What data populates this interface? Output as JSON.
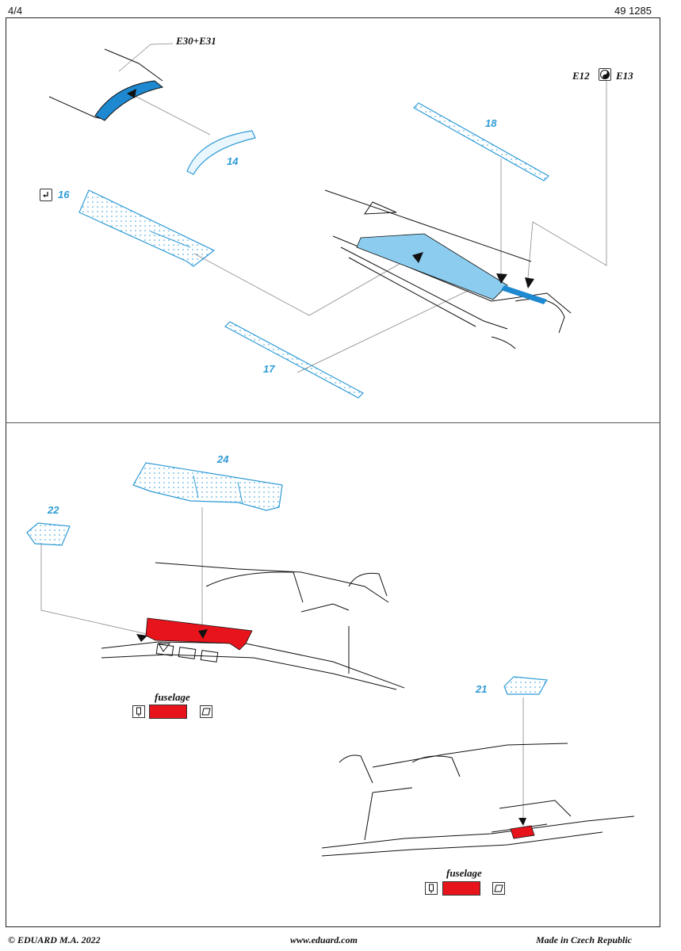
{
  "header": {
    "page": "4/4",
    "kit_number": "49 1285"
  },
  "colors": {
    "part_blue": "#2f9bd6",
    "fill_blue": "#8ccdef",
    "deep_blue": "#1e88d0",
    "red": "#e8141c",
    "ink": "#111111",
    "leader": "#888888"
  },
  "top_section": {
    "label_e30_e31": "E30+E31",
    "label_e12": "E12",
    "label_e13": "E13",
    "part_14": "14",
    "part_16": "16",
    "part_17": "17",
    "part_18": "18",
    "icon_e12_e13": "yin-yang-icon",
    "icon_16": "bend-arrow-icon"
  },
  "bottom_section": {
    "part_21": "21",
    "part_22": "22",
    "part_24": "24",
    "legend_left": {
      "label": "fuselage",
      "icons": [
        "pin-icon",
        "parallelogram-icon"
      ]
    },
    "legend_right": {
      "label": "fuselage",
      "icons": [
        "pin-icon",
        "parallelogram-icon"
      ]
    }
  },
  "footer": {
    "copyright": "© EDUARD  M.A. 2022",
    "website": "www.eduard.com",
    "origin": "Made in Czech Republic"
  }
}
